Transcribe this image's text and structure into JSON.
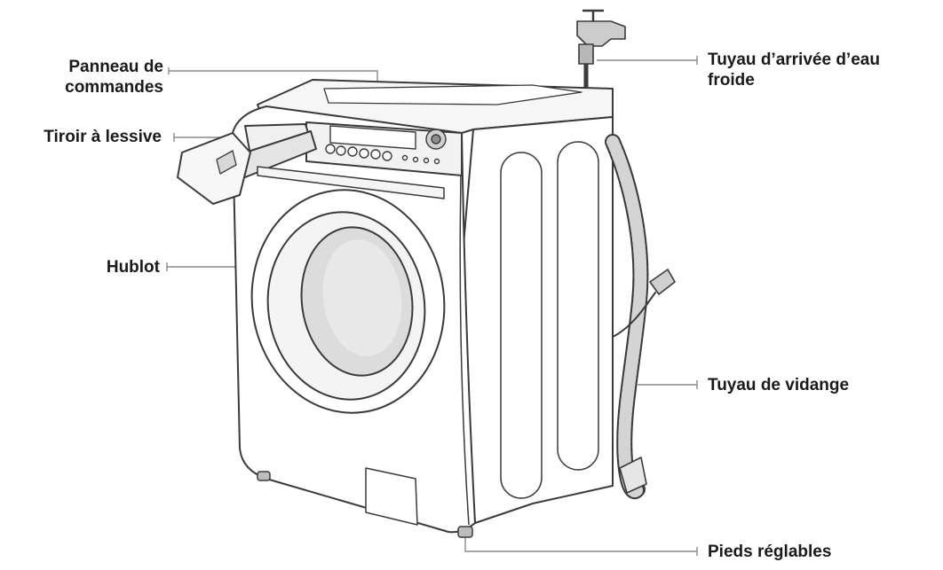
{
  "labels": {
    "control_panel_line1": "Panneau de",
    "control_panel_line2": "commandes",
    "detergent_drawer": "Tiroir à lessive",
    "door": "Hublot",
    "water_inlet_line1": "Tuyau d’arrivée d’eau",
    "water_inlet_line2": "froide",
    "drain_hose": "Tuyau de vidange",
    "adjustable_feet": "Pieds réglables"
  },
  "colors": {
    "outline": "#3a3a3a",
    "leader_line": "#8a8a8a",
    "shade": "#eeeeee",
    "glass": "#dcdcdc",
    "label_text": "#1a1a1a"
  }
}
